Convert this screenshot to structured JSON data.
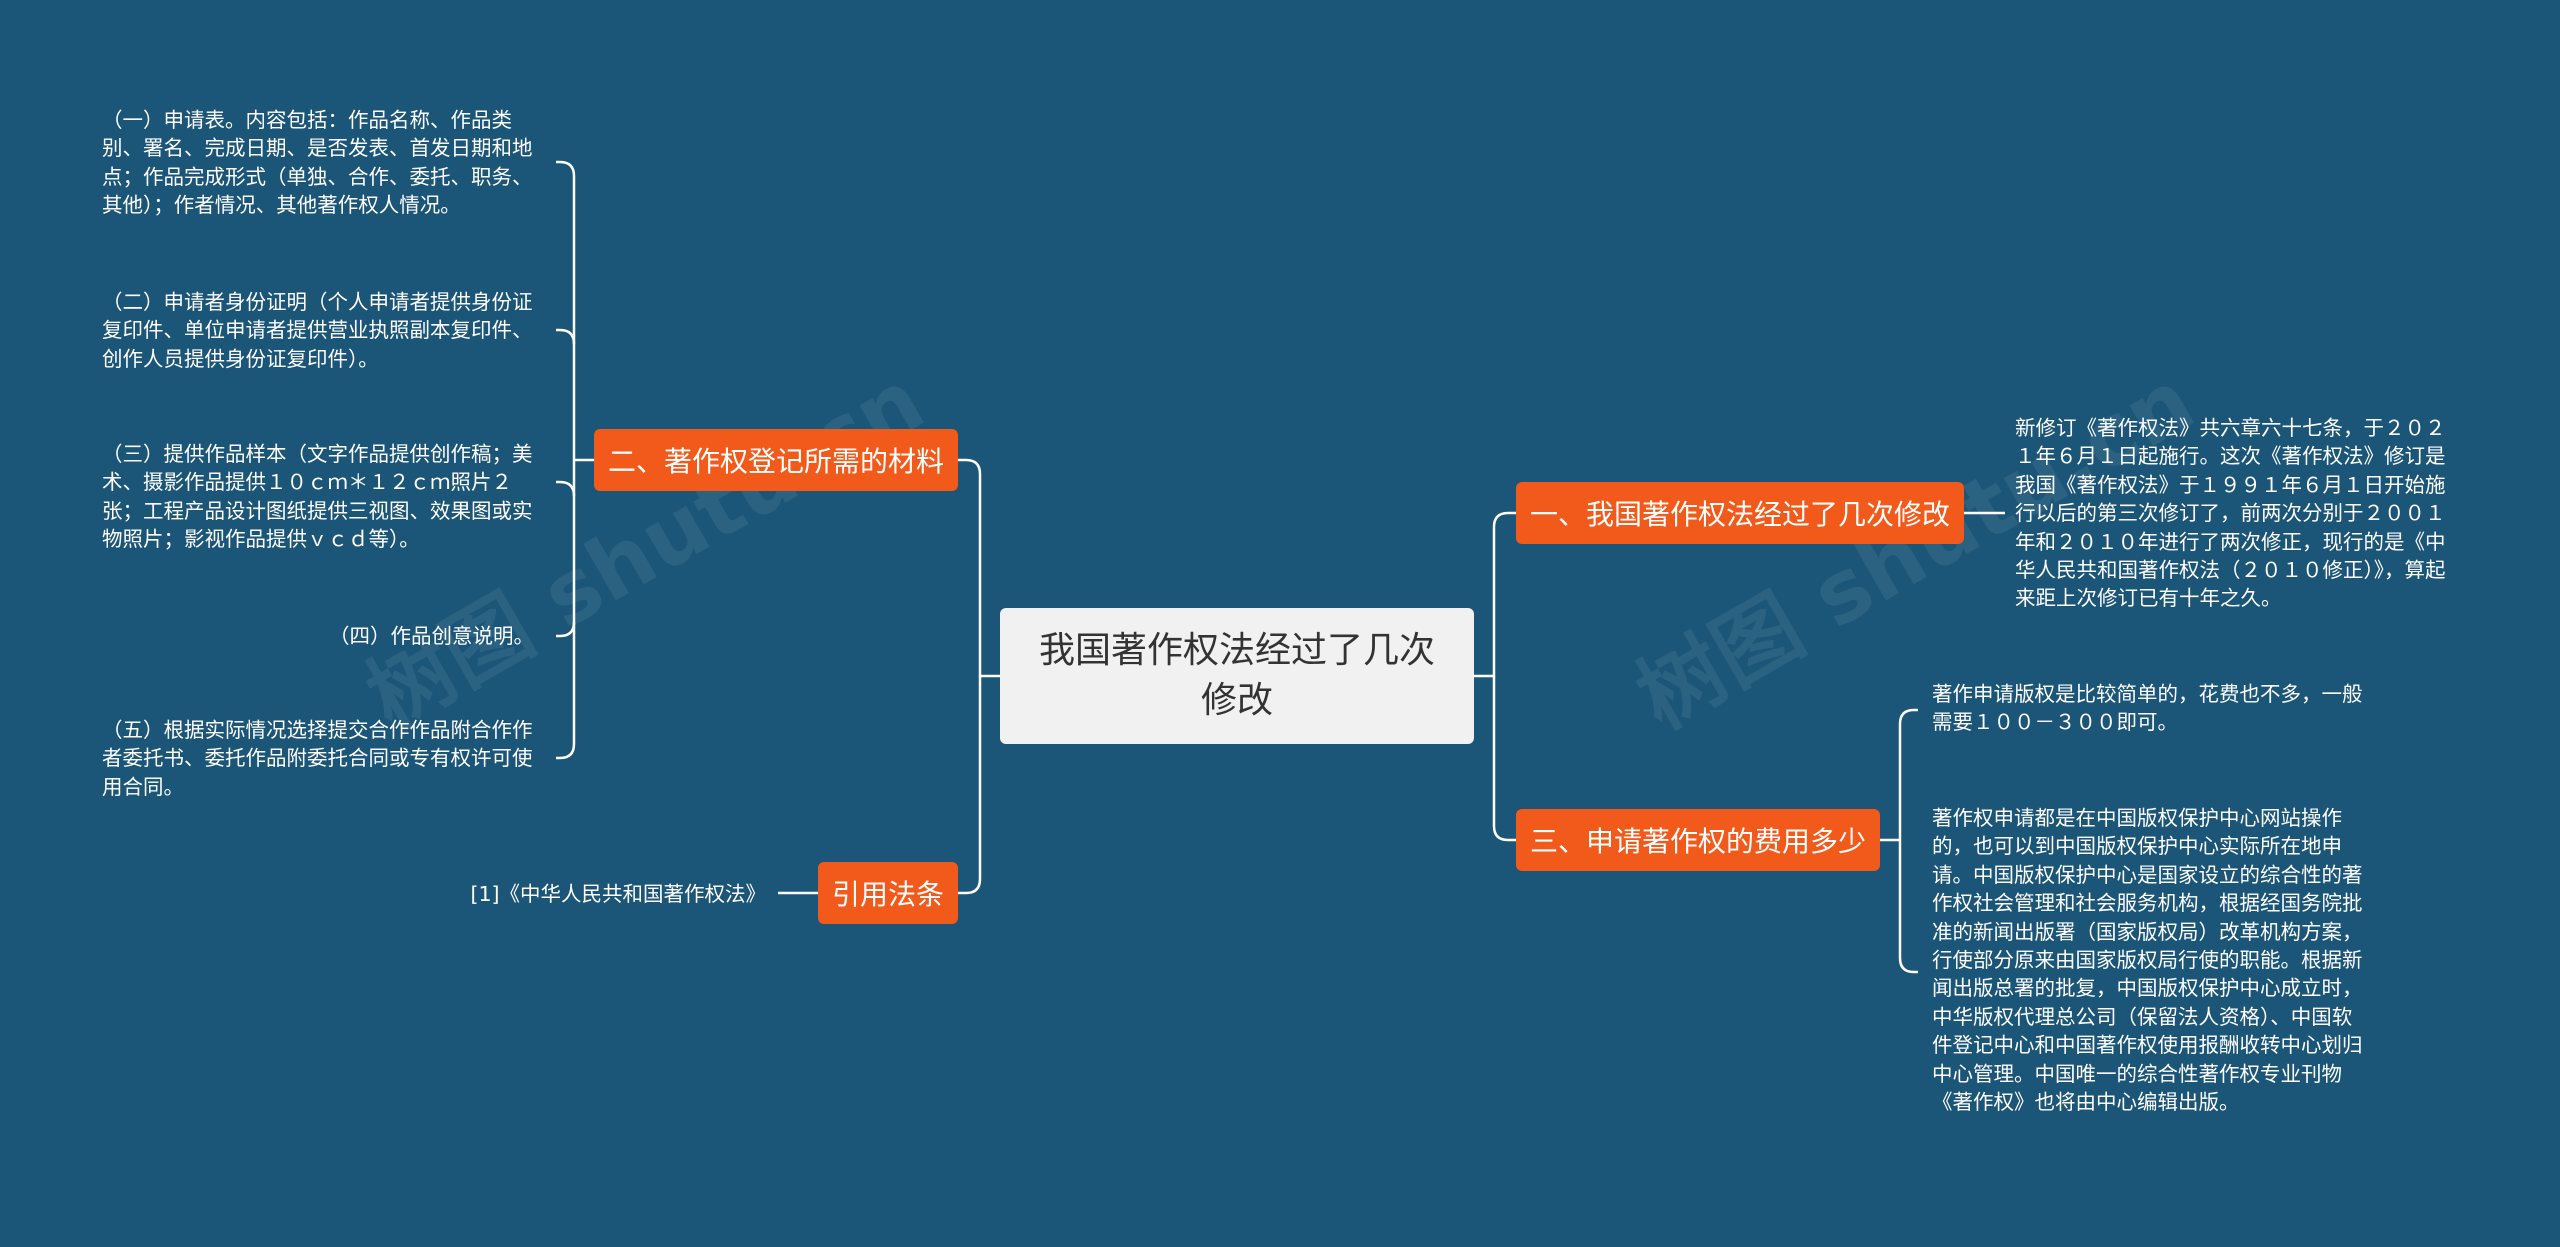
{
  "root": {
    "title": "我国著作权法经过了几次修改"
  },
  "branches": {
    "b1": {
      "label": "一、我国著作权法经过了几次修改"
    },
    "b2": {
      "label": "二、著作权登记所需的材料"
    },
    "b3": {
      "label": "三、申请著作权的费用多少"
    },
    "b4": {
      "label": "引用法条"
    }
  },
  "leaves": {
    "b1_1": "新修订《著作权法》共六章六十七条，于２０２１年６月１日起施行。这次《著作权法》修订是我国《著作权法》于１９９１年６月１日开始施行以后的第三次修订了，前两次分别于２００１年和２０１０年进行了两次修正，现行的是《中华人民共和国著作权法（２０１０修正）》，算起来距上次修订已有十年之久。",
    "b2_1": "（一）申请表。内容包括：作品名称、作品类别、署名、完成日期、是否发表、首发日期和地点；作品完成形式（单独、合作、委托、职务、其他）；作者情况、其他著作权人情况。",
    "b2_2": "（二）申请者身份证明（个人申请者提供身份证复印件、单位申请者提供营业执照副本复印件、创作人员提供身份证复印件）。",
    "b2_3": "（三）提供作品样本（文字作品提供创作稿；美术、摄影作品提供１０ｃｍ＊１２ｃｍ照片２张；工程产品设计图纸提供三视图、效果图或实物照片；影视作品提供ｖｃｄ等）。",
    "b2_4": "（四）作品创意说明。",
    "b2_5": "（五）根据实际情况选择提交合作作品附合作作者委托书、委托作品附委托合同或专有权许可使用合同。",
    "b3_1": "著作申请版权是比较简单的，花费也不多，一般需要１００－３００即可。",
    "b3_2": "著作权申请都是在中国版权保护中心网站操作的，也可以到中国版权保护中心实际所在地申请。中国版权保护中心是国家设立的综合性的著作权社会管理和社会服务机构，根据经国务院批准的新闻出版署（国家版权局）改革机构方案，行使部分原来由国家版权局行使的职能。根据新闻出版总署的批复，中国版权保护中心成立时，中华版权代理总公司（保留法人资格）、中国软件登记中心和中国著作权使用报酬收转中心划归中心管理。中国唯一的综合性著作权专业刊物《著作权》也将由中心编辑出版。",
    "b4_1": "[1]《中华人民共和国著作权法》"
  },
  "watermarks": [
    "树图 shutu.cn",
    "树图 shutu.cn"
  ],
  "colors": {
    "background": "#1b5578",
    "branch": "#f15a1b",
    "root": "#f1f1f1",
    "line": "#ffffff"
  }
}
